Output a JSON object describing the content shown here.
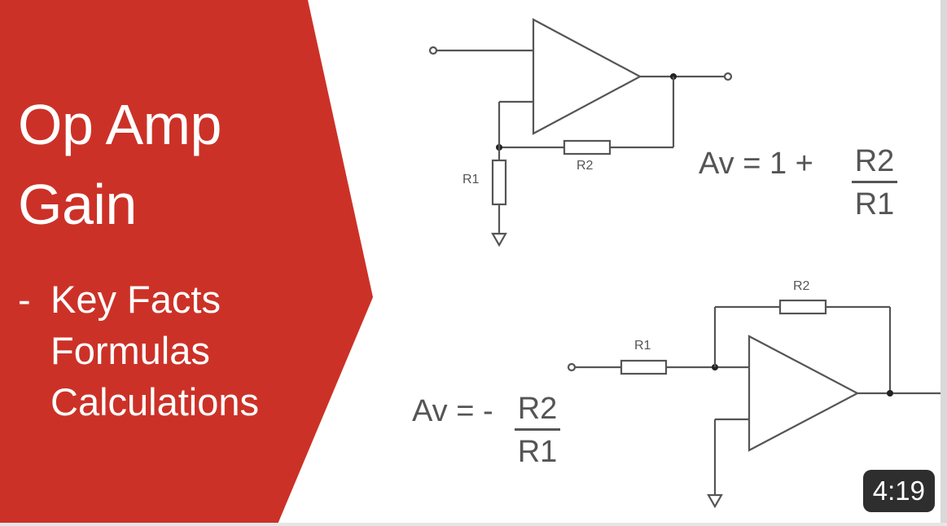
{
  "thumbnail": {
    "title_lines": [
      "Op Amp",
      "Gain"
    ],
    "bullet_dash": "-",
    "bullet_lines": [
      "Key Facts",
      "Formulas",
      "Calculations"
    ],
    "banner_color": "#cc3127",
    "duration": "4:19"
  },
  "non_inverting": {
    "formula_prefix": "Av = 1  +",
    "numerator": "R2",
    "denominator": "R1",
    "r1_label": "R1",
    "r2_label": "R2"
  },
  "inverting": {
    "formula_prefix": "Av = -",
    "numerator": "R2",
    "denominator": "R1",
    "r1_label": "R1",
    "r2_label": "R2"
  },
  "icons": [
    "op-amp-triangle-icon",
    "resistor-icon",
    "ground-icon",
    "terminal-node-icon",
    "junction-dot-icon"
  ]
}
